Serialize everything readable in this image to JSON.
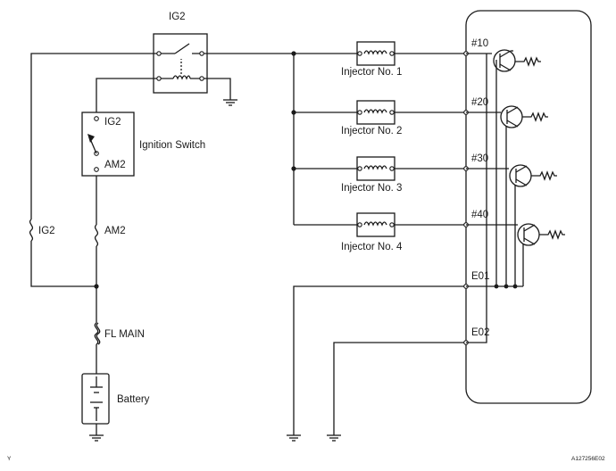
{
  "labels": {
    "relay_ig2": "IG2",
    "switch_ig2": "IG2",
    "switch_am2": "AM2",
    "ignition_switch": "Ignition Switch",
    "fuse_ig2": "IG2",
    "fuse_am2": "AM2",
    "fl_main": "FL MAIN",
    "battery": "Battery",
    "injectors": [
      "Injector No. 1",
      "Injector No. 2",
      "Injector No. 3",
      "Injector No. 4"
    ],
    "ecm_terminals": [
      "#10",
      "#20",
      "#30",
      "#40",
      "E01",
      "E02"
    ],
    "corner_code": "Y",
    "figure_id": "A127256E02"
  }
}
